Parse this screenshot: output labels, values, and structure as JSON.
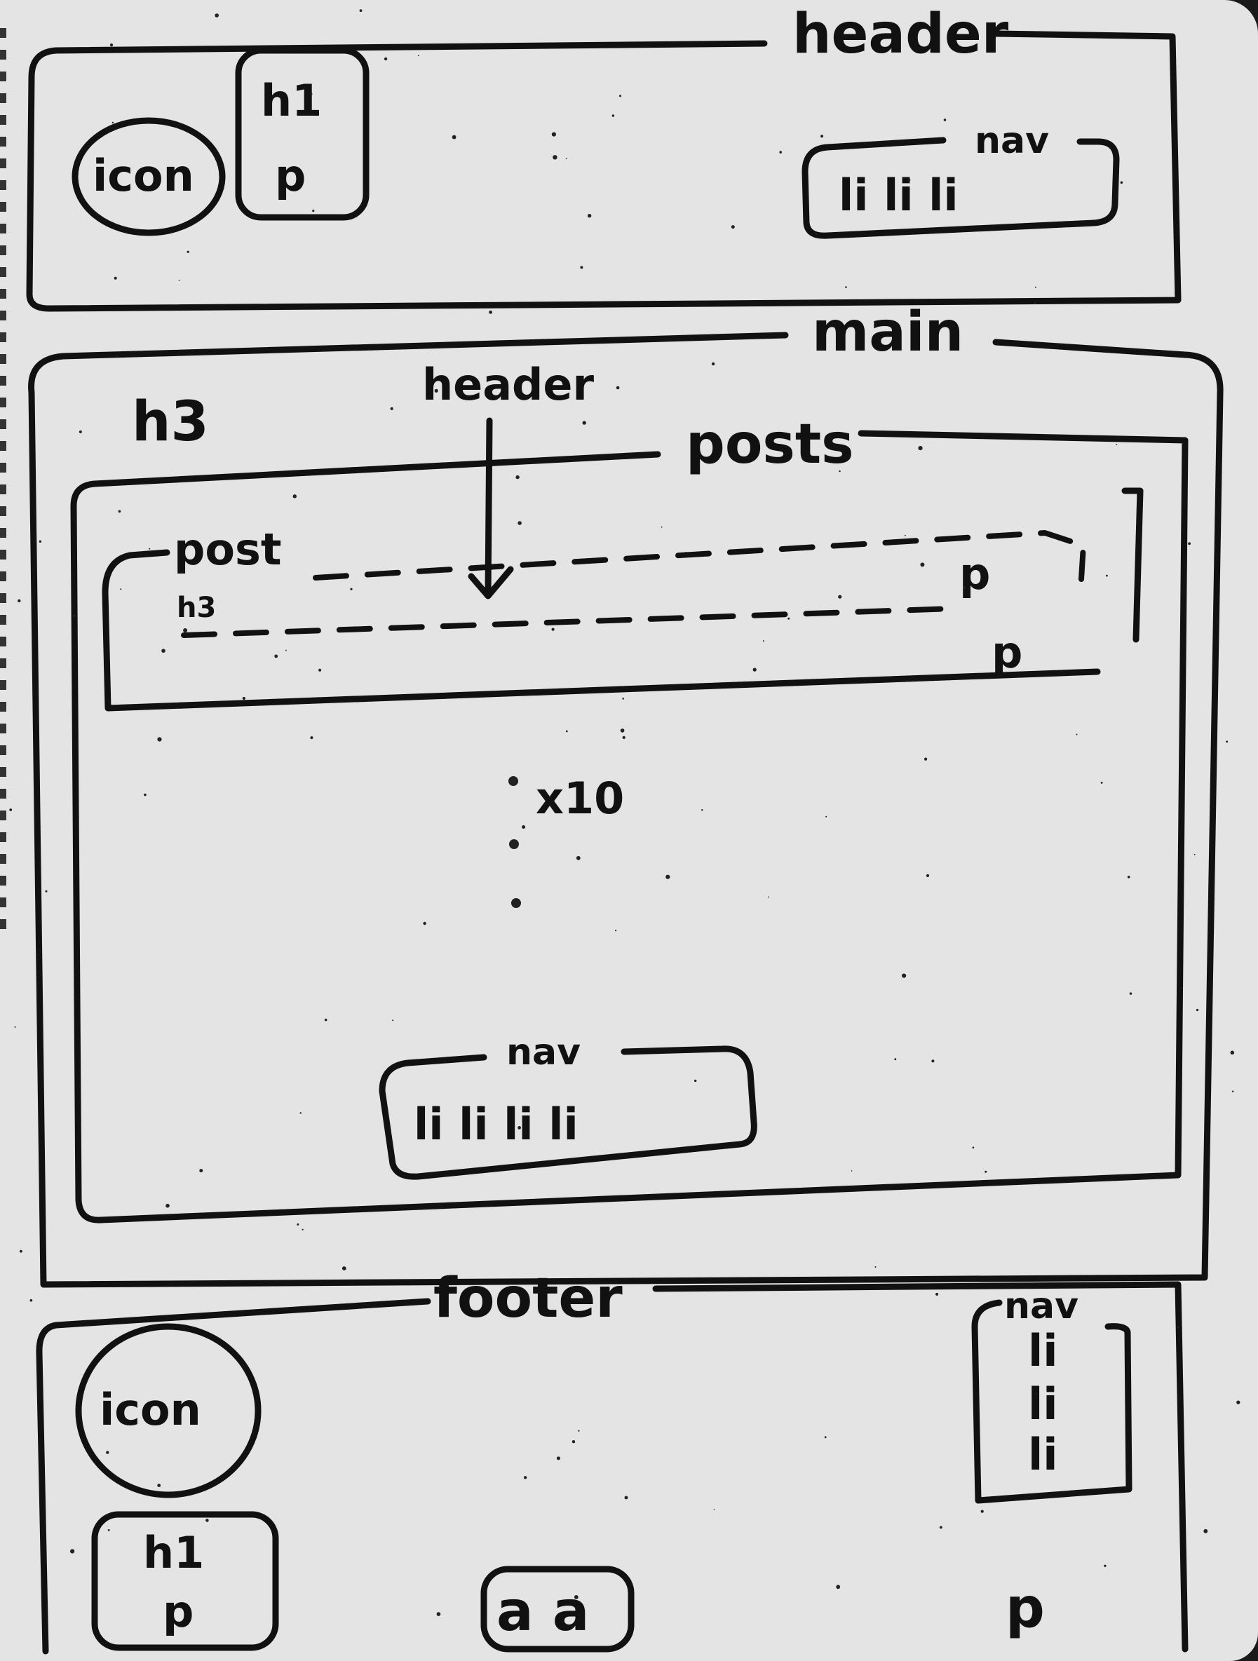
{
  "page": {
    "header": {
      "label": "header",
      "icon_label": "icon",
      "title_block": {
        "heading": "h1",
        "text": "p"
      },
      "nav": {
        "label": "nav",
        "items": "li li li"
      }
    },
    "main": {
      "label": "main",
      "heading": "h3",
      "posts": {
        "label": "posts",
        "post": {
          "label": "post",
          "heading": "h3",
          "header_note": "header",
          "paragraph_1": "p",
          "paragraph_2": "p"
        },
        "repeat_note": "x10",
        "nav": {
          "label": "nav",
          "items": "li li li li"
        }
      }
    },
    "footer": {
      "label": "footer",
      "icon_label": "icon",
      "title_block": {
        "heading": "h1",
        "text": "p"
      },
      "links": "a a",
      "text": "p",
      "nav": {
        "label": "nav",
        "items": [
          "li",
          "li",
          "li"
        ]
      }
    }
  }
}
